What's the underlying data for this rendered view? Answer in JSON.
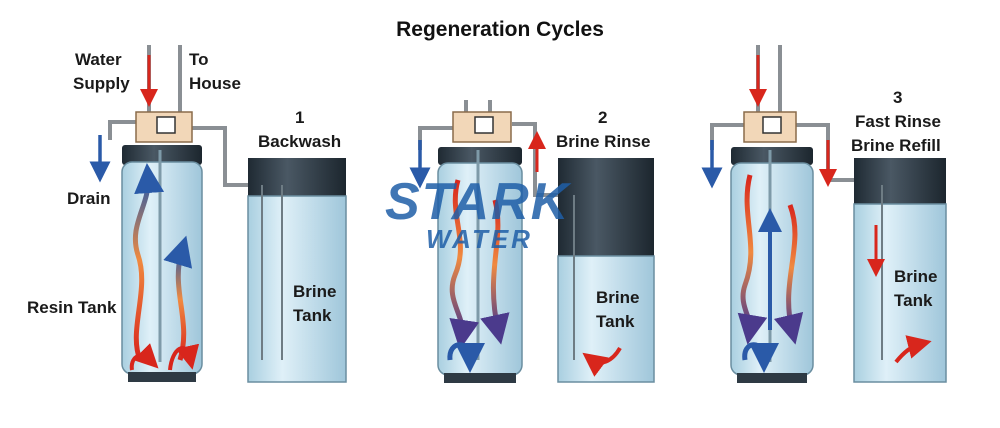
{
  "title": "Regeneration Cycles",
  "labels": {
    "water_supply_1": "Water",
    "water_supply_2": "Supply",
    "to_house_1": "To",
    "to_house_2": "House",
    "drain": "Drain",
    "resin_tank": "Resin Tank"
  },
  "cycles": [
    {
      "number": "1",
      "name": "Backwash",
      "tank_line1": "Brine",
      "tank_line2": "Tank"
    },
    {
      "number": "2",
      "name": "Brine Rinse",
      "tank_line1": "Brine",
      "tank_line2": "Tank"
    },
    {
      "number": "3",
      "name_line1": "Fast Rinse",
      "name_line2": "Brine Refill",
      "tank_line1": "Brine",
      "tank_line2": "Tank"
    }
  ],
  "watermark": {
    "line1": "STARK",
    "line2": "WATER"
  },
  "colors": {
    "red_flow": "#d8261c",
    "blue_flow": "#2a5aa8",
    "tank_fill": "#cde6f2",
    "tank_cap": "#2e3a44"
  }
}
